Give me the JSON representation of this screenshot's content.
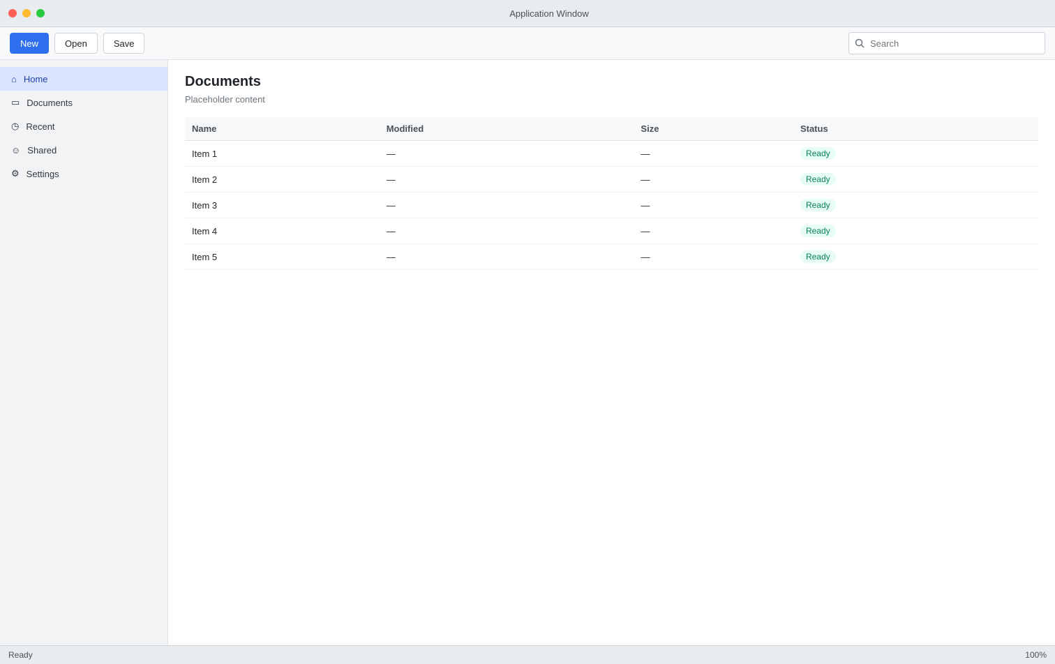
{
  "window": {
    "title": "Application Window"
  },
  "toolbar": {
    "new_label": "New",
    "open_label": "Open",
    "save_label": "Save",
    "search_placeholder": "Search"
  },
  "sidebar": {
    "items": [
      {
        "label": "Home",
        "icon": "home-icon"
      },
      {
        "label": "Documents",
        "icon": "folder-icon"
      },
      {
        "label": "Recent",
        "icon": "clock-icon"
      },
      {
        "label": "Shared",
        "icon": "users-icon"
      },
      {
        "label": "Settings",
        "icon": "gear-icon"
      }
    ]
  },
  "main": {
    "heading": "Documents",
    "subheading": "Placeholder content",
    "columns": [
      "Name",
      "Modified",
      "Size",
      "Status"
    ],
    "rows": [
      [
        "Item 1",
        "—",
        "—",
        "Ready"
      ],
      [
        "Item 2",
        "—",
        "—",
        "Ready"
      ],
      [
        "Item 3",
        "—",
        "—",
        "Ready"
      ],
      [
        "Item 4",
        "—",
        "—",
        "Ready"
      ],
      [
        "Item 5",
        "—",
        "—",
        "Ready"
      ]
    ]
  },
  "status": {
    "left": "Ready",
    "right": "100%"
  },
  "colors": {
    "accent": "#2f6fed",
    "sidebar_active": "#dbe4ff"
  }
}
